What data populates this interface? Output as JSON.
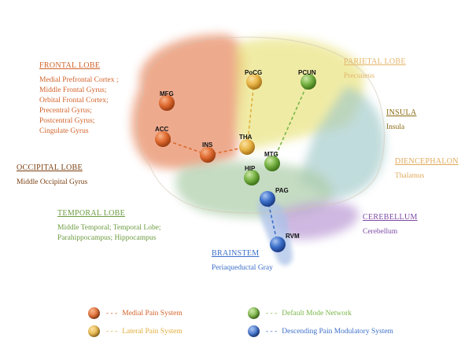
{
  "colors": {
    "medial": "#e2703a",
    "lateral": "#e8b64a",
    "dmn": "#7ab648",
    "descending": "#3c6fc9",
    "frontal_text": "#d2622a",
    "parietal_text": "#e5b56a",
    "insula_text": "#8a6a10",
    "dienc_text": "#e0a95a",
    "occipital_text": "#7a3e10",
    "temporal_text": "#6c9c40",
    "cerebellum_text": "#7d4aa6",
    "brainstem_text": "#3c6fc9"
  },
  "regions": {
    "frontal": {
      "title": "FRONTAL LOBE",
      "items": [
        "Medial Prefrontal Cortex ;",
        "Middle Frontal Gyrus;",
        "Orbital Frontal Cortex;",
        "Precentral Gyrus;",
        "Postcentral Gyrus;",
        "Cingulate Gyrus"
      ]
    },
    "parietal": {
      "title": "PARIETAL LOBE",
      "items": [
        "Precuneus"
      ]
    },
    "insula": {
      "title": "INSULA",
      "items": [
        "Insula"
      ]
    },
    "diencephalon": {
      "title": "DIENCEPHALON",
      "items": [
        "Thalamus"
      ]
    },
    "occipital": {
      "title": "OCCIPITAL LOBE",
      "items": [
        "Middle Occipital Gyrus"
      ]
    },
    "temporal": {
      "title": "TEMPORAL LOBE",
      "items": [
        "Middle Temporal; Temporal Lobe;",
        "Parahippocampus; Hippocampus"
      ]
    },
    "cerebellum": {
      "title": "CEREBELLUM",
      "items": [
        "Cerebellum"
      ]
    },
    "brainstem": {
      "title": "BRAINSTEM",
      "items": [
        "Periaqueductal Gray"
      ]
    }
  },
  "nodes": [
    {
      "id": "MFG",
      "system": "medial"
    },
    {
      "id": "ACC",
      "system": "medial"
    },
    {
      "id": "INS",
      "system": "medial"
    },
    {
      "id": "PoCG",
      "system": "lateral"
    },
    {
      "id": "THA",
      "system": "lateral"
    },
    {
      "id": "PCUN",
      "system": "dmn"
    },
    {
      "id": "MTG",
      "system": "dmn"
    },
    {
      "id": "HIP",
      "system": "dmn"
    },
    {
      "id": "PAG",
      "system": "descending"
    },
    {
      "id": "RVM",
      "system": "descending"
    }
  ],
  "legend": {
    "medial": "Medial Pain System",
    "lateral": "Lateral Pain System",
    "dmn": "Default Mode Network",
    "descending": "Descending Pain Modulatory System"
  }
}
